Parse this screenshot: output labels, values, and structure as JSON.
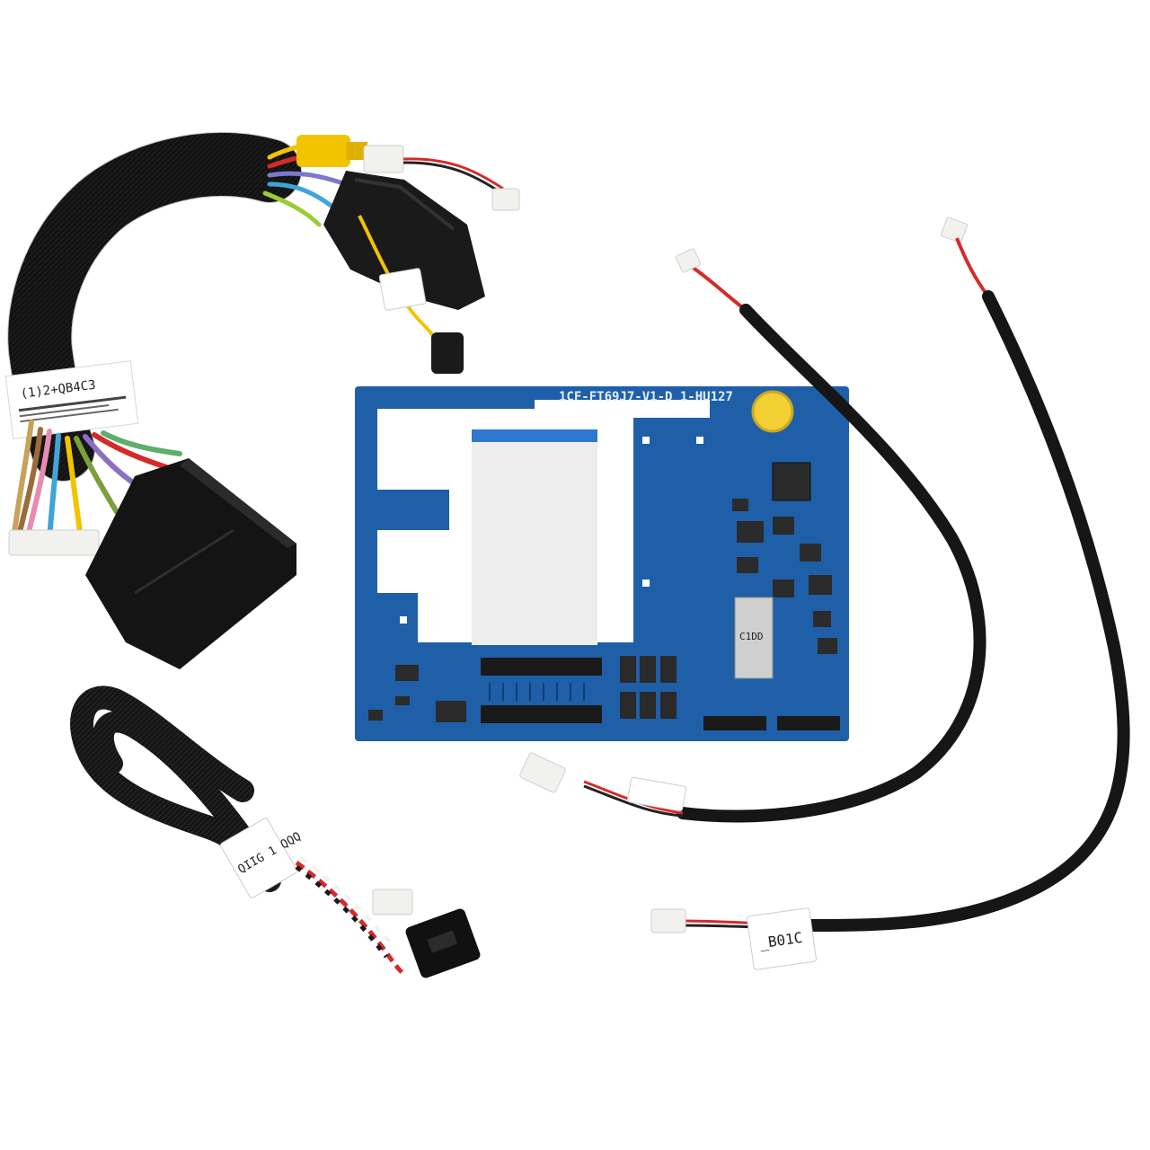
{
  "scene": {
    "pcb": {
      "silkscreen_label": "1CF-FT69J7-V1-D 1-HU127",
      "chip_marking": "C1DD"
    },
    "harness_main": {
      "label_primary": "(1)2+QB4C3"
    },
    "cable_small_bundle": {
      "label": "QIIG 1 QQQ"
    },
    "cable_long_right": {
      "label": "_B01C"
    },
    "colors": {
      "pcb_blue": "#1f5fa8",
      "pcb_dark": "#123f7a",
      "sleeve_black": "#151515",
      "wire_red": "#d62a2a",
      "wire_yellow": "#f2c400",
      "connector_white": "#f1f1ee"
    }
  }
}
